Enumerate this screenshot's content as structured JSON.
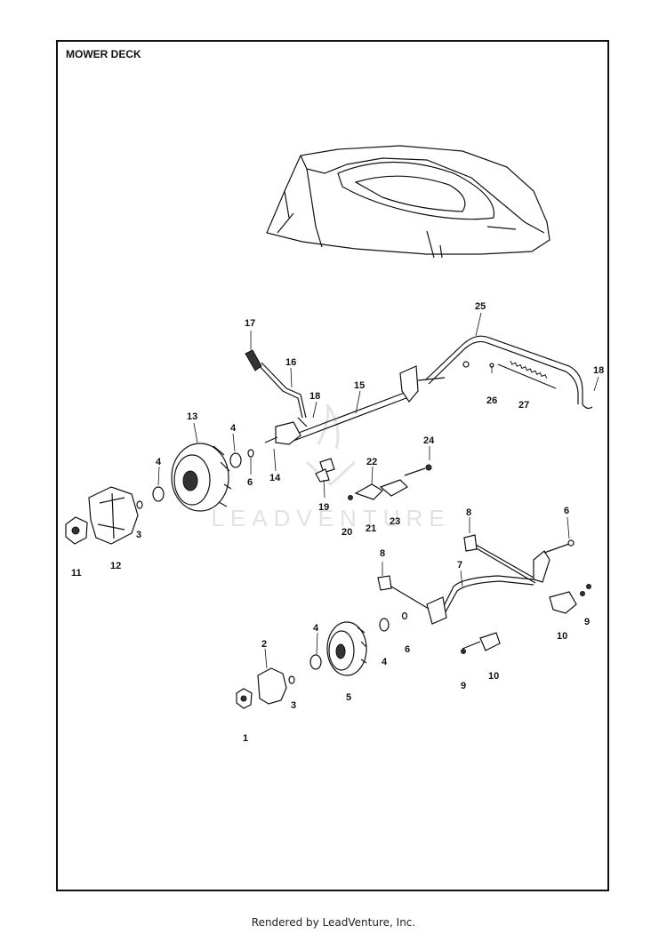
{
  "title": "MOWER DECK",
  "watermark": "LEADVENTURE",
  "footer": "Rendered by LeadVenture, Inc.",
  "callouts": [
    "1",
    "2",
    "3",
    "3",
    "4",
    "4",
    "4",
    "4",
    "5",
    "6",
    "6",
    "6",
    "7",
    "8",
    "8",
    "9",
    "9",
    "10",
    "10",
    "11",
    "12",
    "13",
    "14",
    "15",
    "16",
    "17",
    "18",
    "18",
    "19",
    "20",
    "21",
    "22",
    "23",
    "24",
    "25",
    "26",
    "27"
  ]
}
